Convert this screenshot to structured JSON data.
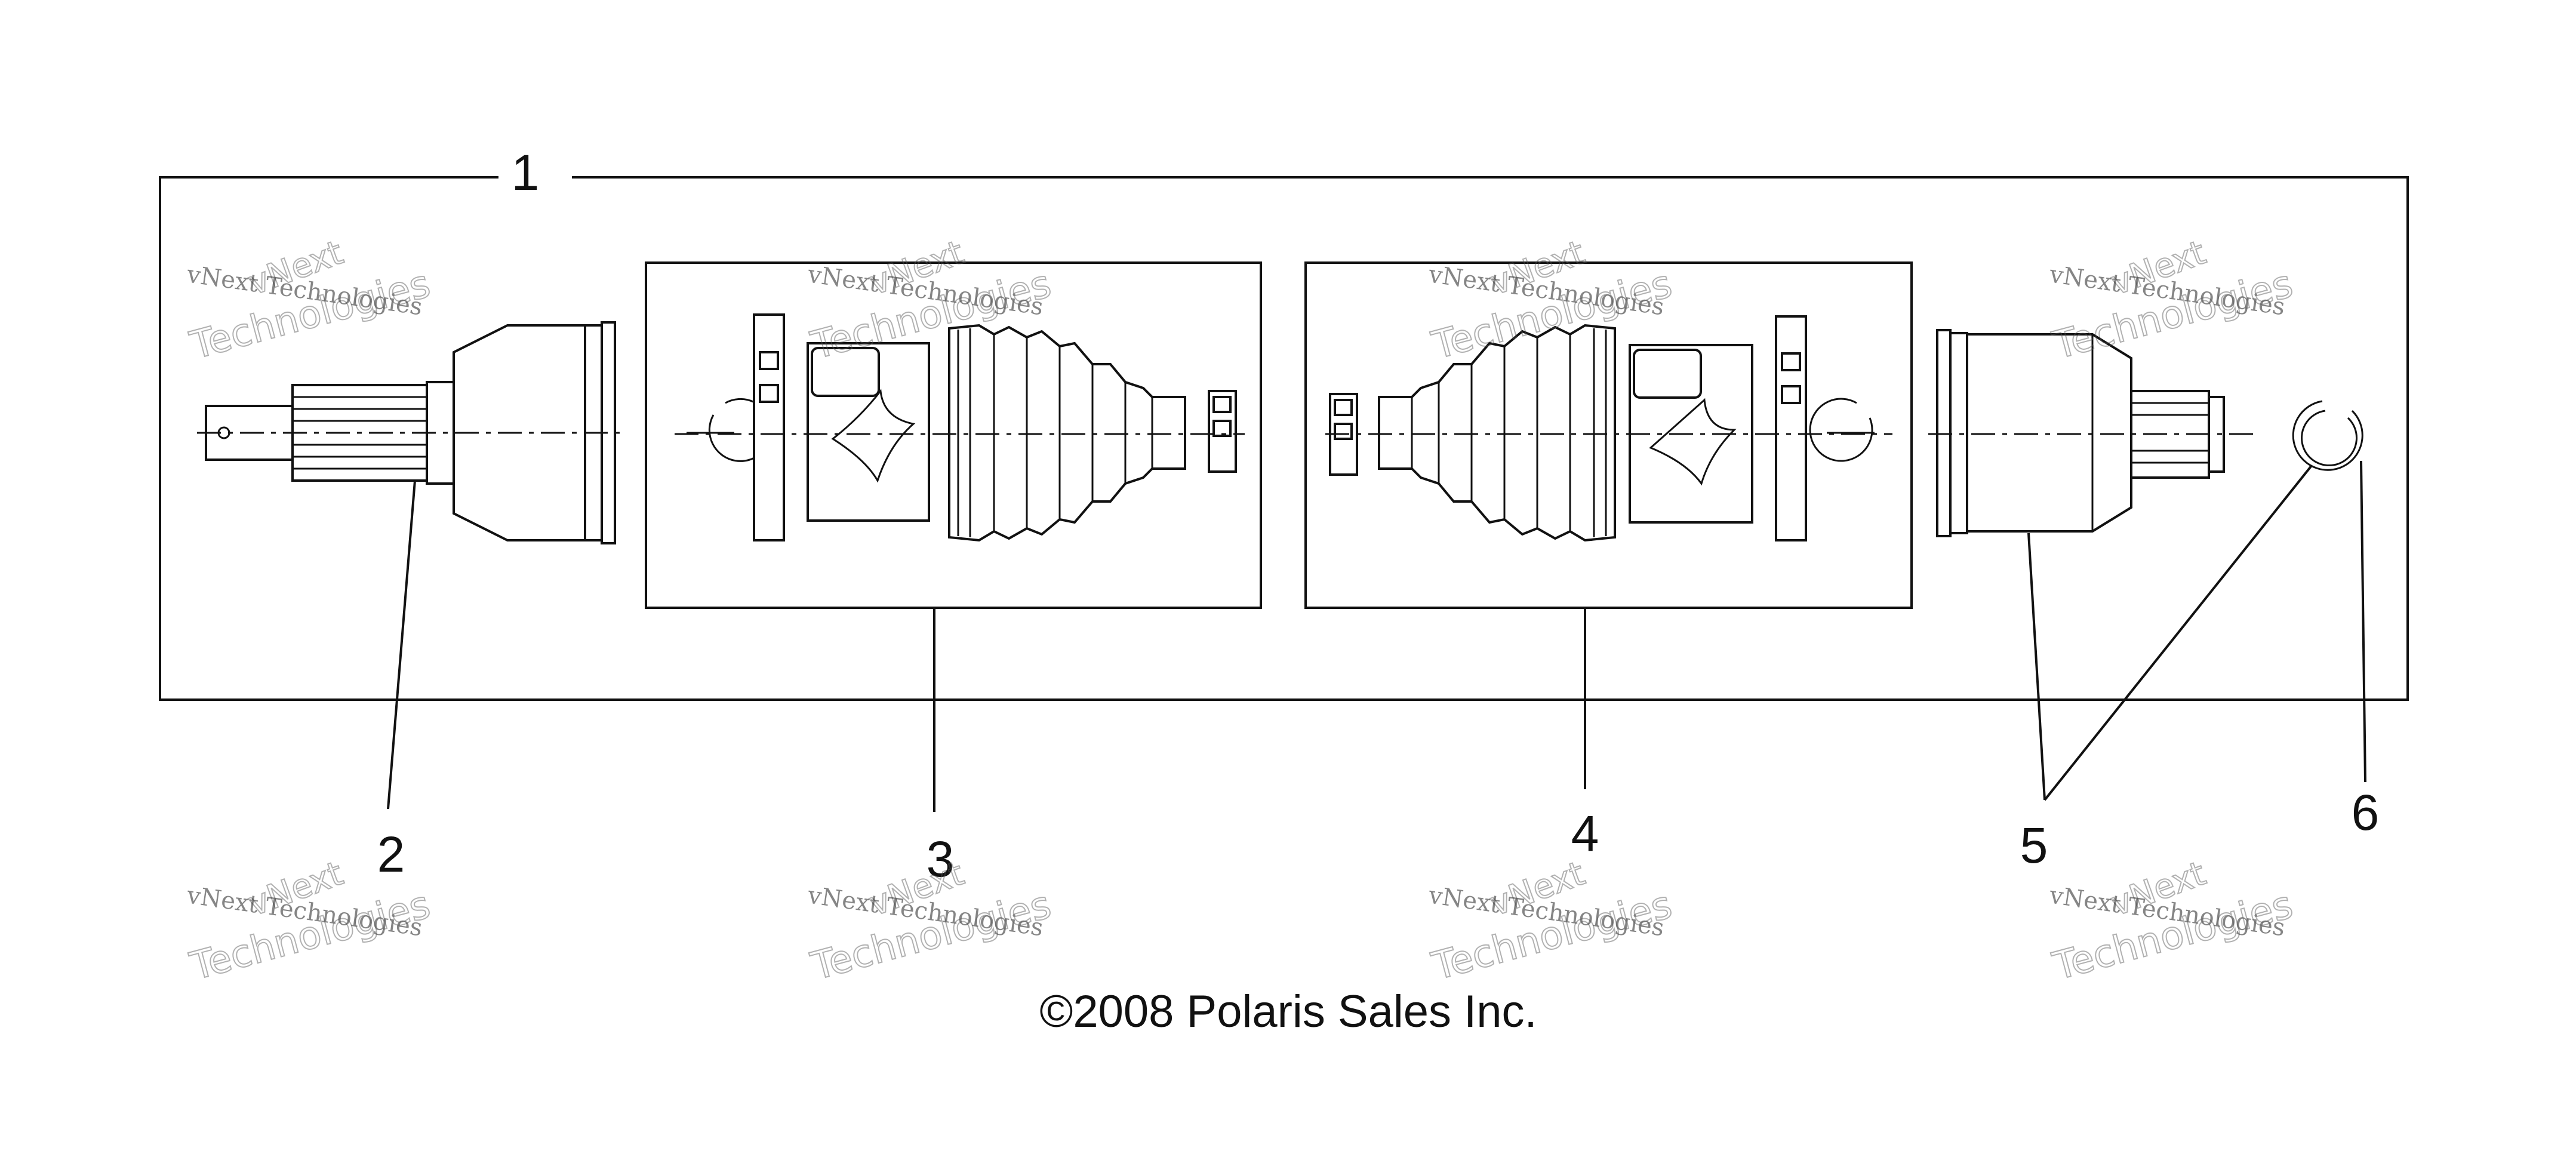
{
  "callouts": {
    "assembly": "1",
    "outer_joint": "2",
    "outer_boot_kit": "3",
    "inner_boot_kit": "4",
    "inner_joint": "5",
    "retaining_ring": "6"
  },
  "copyright": "©2008 Polaris Sales Inc.",
  "watermark": {
    "line0": "vNext",
    "line1": "vNext Technologies",
    "line2": "Technologies"
  }
}
